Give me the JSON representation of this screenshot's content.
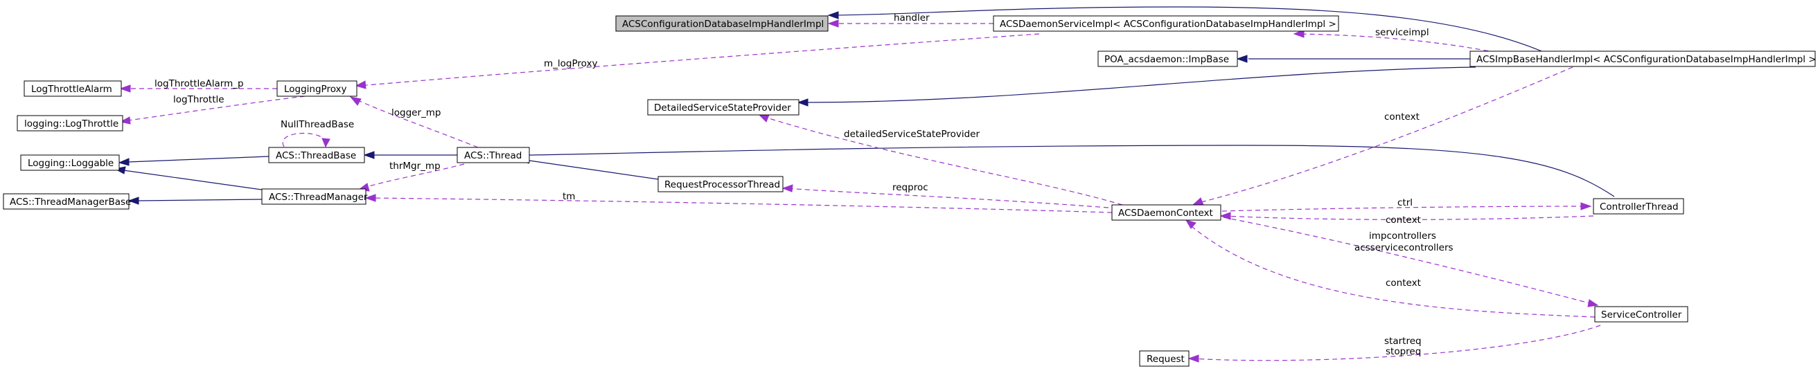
{
  "nodes": {
    "acs_cfg_db_impl": "ACSConfigurationDatabaseImpHandlerImpl",
    "acs_daemon_service_impl": "ACSDaemonServiceImpl< ACSConfigurationDatabaseImpHandlerImpl >",
    "poa_imp_base": "POA_acsdaemon::ImpBase",
    "acs_imp_base_handler_impl": "ACSImpBaseHandlerImpl< ACSConfigurationDatabaseImpHandlerImpl >",
    "log_throttle_alarm": "LogThrottleAlarm",
    "logging_proxy": "LoggingProxy",
    "logging_log_throttle": "logging::LogThrottle",
    "logging_loggable": "Logging::Loggable",
    "acs_thread_base": "ACS::ThreadBase",
    "acs_thread": "ACS::Thread",
    "acs_thread_manager_base": "ACS::ThreadManagerBase",
    "acs_thread_manager": "ACS::ThreadManager",
    "detailed_service_state_provider": "DetailedServiceStateProvider",
    "request_processor_thread": "RequestProcessorThread",
    "acs_daemon_context": "ACSDaemonContext",
    "controller_thread": "ControllerThread",
    "service_controller": "ServiceController",
    "request": "Request"
  },
  "labels": {
    "handler": "handler",
    "serviceimpl": "serviceimpl",
    "m_logproxy": "m_logProxy",
    "log_throttle_alarm_p": "logThrottleAlarm_p",
    "log_throttle": "logThrottle",
    "null_thread_base": "NullThreadBase",
    "logger_mp": "logger_mp",
    "thr_mgr_mp": "thrMgr_mp",
    "context_top": "context",
    "detailed_service_state_provider": "detailedServiceStateProvider",
    "reqproc": "reqproc",
    "tm": "tm",
    "ctrl": "ctrl",
    "context_ctrl": "context",
    "impcontrollers": "impcontrollers",
    "acsservicecontrollers": "acsservicecontrollers",
    "context_service": "context",
    "startreq": "startreq",
    "stopreq": "stopreq"
  },
  "colors": {
    "inheritance": "#191970",
    "usage": "#9a32cd",
    "focus_fill": "#bfbfbf"
  }
}
